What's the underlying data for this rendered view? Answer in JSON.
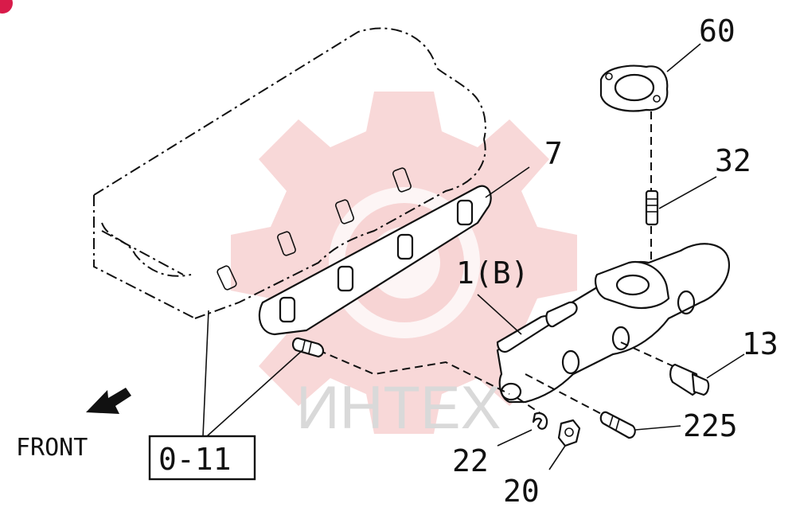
{
  "watermark": {
    "text": "ИНТЕХ",
    "color": "#f2b8b8"
  },
  "badge": {
    "color": "#d81b4a",
    "icon": "info-dot-icon"
  },
  "labels": {
    "p60": "60",
    "p32": "32",
    "p7": "7",
    "p1b": "1(B)",
    "p13": "13",
    "p225": "225",
    "p22": "22",
    "p20": "20",
    "ref": "0-11",
    "front": "FRONT"
  }
}
